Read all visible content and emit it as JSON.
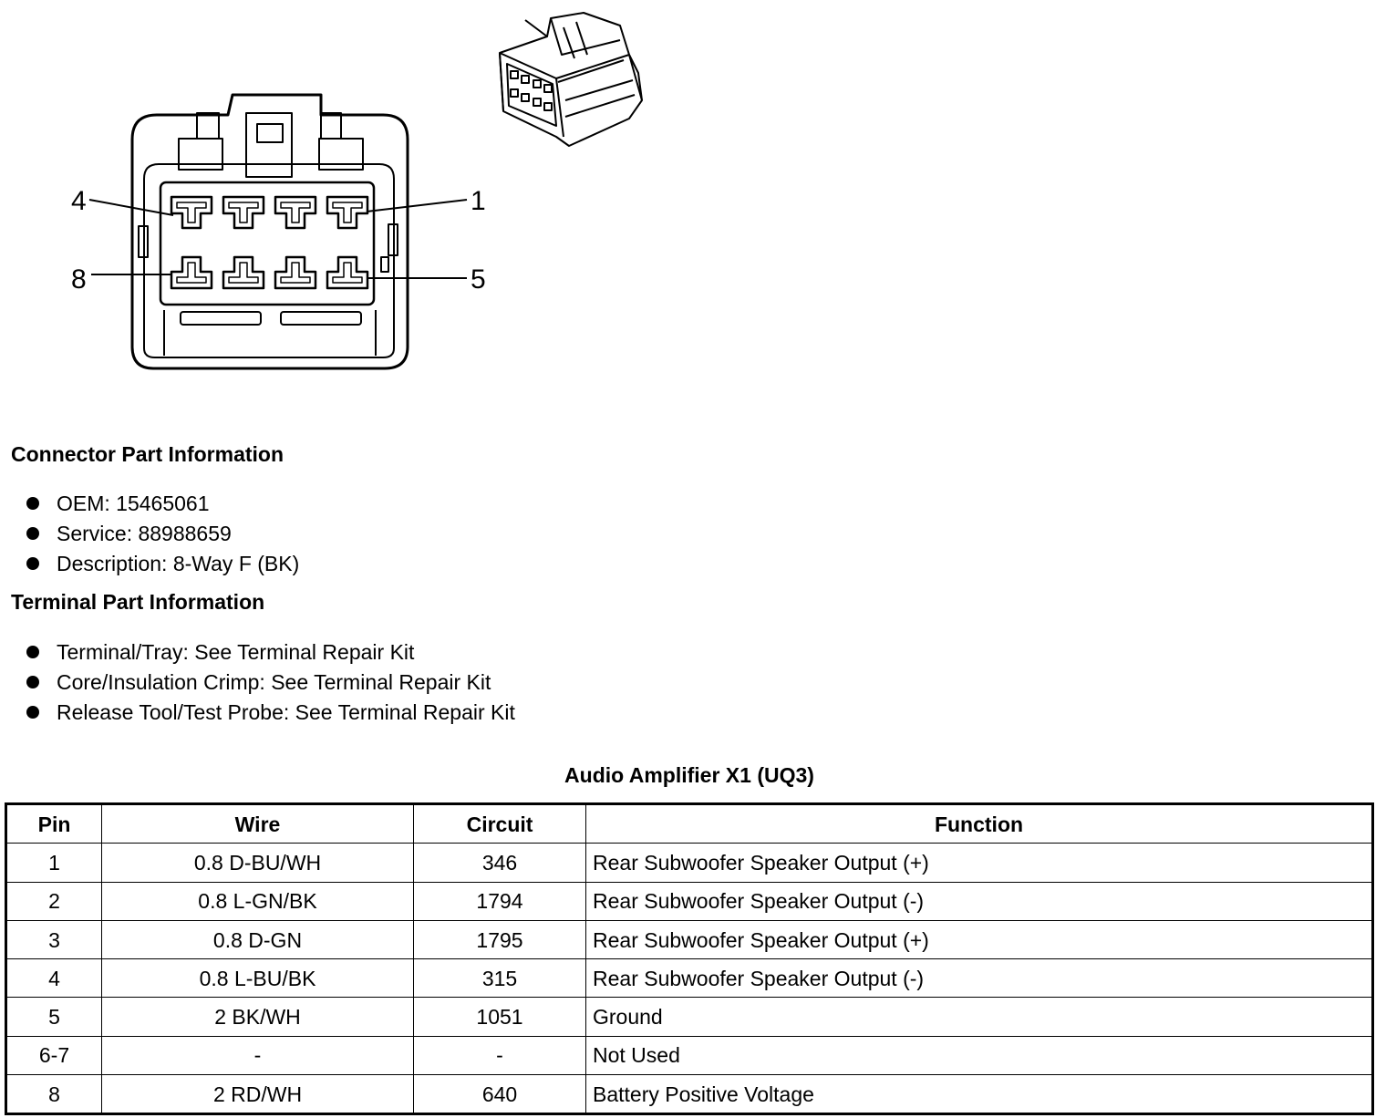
{
  "diagram": {
    "pin_labels": [
      {
        "pin": "4"
      },
      {
        "pin": "1"
      },
      {
        "pin": "8"
      },
      {
        "pin": "5"
      }
    ]
  },
  "connector_info": {
    "title": "Connector Part Information",
    "items": [
      "OEM: 15465061",
      "Service: 88988659",
      "Description: 8-Way F (BK)"
    ]
  },
  "terminal_info": {
    "title": "Terminal Part Information",
    "items": [
      "Terminal/Tray: See Terminal Repair Kit",
      "Core/Insulation Crimp: See Terminal Repair Kit",
      "Release Tool/Test Probe: See Terminal Repair Kit"
    ]
  },
  "table": {
    "title": "Audio Amplifier X1 (UQ3)",
    "headers": [
      "Pin",
      "Wire",
      "Circuit",
      "Function"
    ],
    "rows": [
      [
        "1",
        "0.8 D-BU/WH",
        "346",
        "Rear Subwoofer Speaker Output (+)"
      ],
      [
        "2",
        "0.8 L-GN/BK",
        "1794",
        "Rear Subwoofer Speaker Output (-)"
      ],
      [
        "3",
        "0.8 D-GN",
        "1795",
        "Rear Subwoofer Speaker Output (+)"
      ],
      [
        "4",
        "0.8 L-BU/BK",
        "315",
        "Rear Subwoofer Speaker Output (-)"
      ],
      [
        "5",
        "2 BK/WH",
        "1051",
        "Ground"
      ],
      [
        "6-7",
        "-",
        "-",
        "Not Used"
      ],
      [
        "8",
        "2 RD/WH",
        "640",
        "Battery Positive Voltage"
      ]
    ]
  }
}
